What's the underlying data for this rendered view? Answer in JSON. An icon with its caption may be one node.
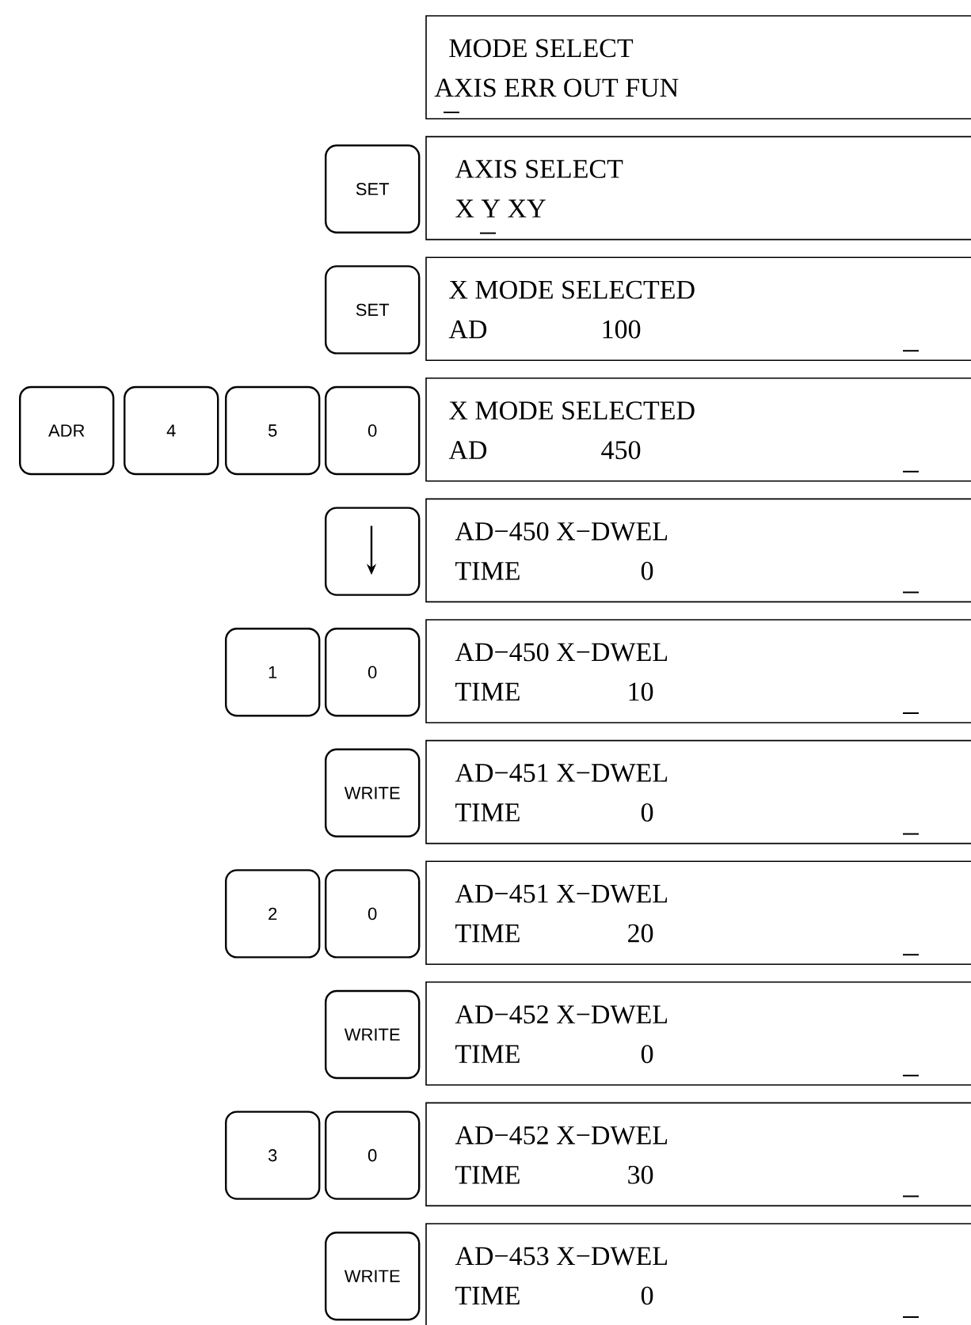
{
  "diagram": {
    "nodes": [
      {
        "text": [
          "MODE SELECT",
          "AXIS ERR OUT FUN"
        ]
      },
      {
        "text": [
          "SET"
        ]
      },
      {
        "text": [
          "AXIS SELECT",
          "X Y XY"
        ]
      },
      {
        "text": [
          "SET"
        ]
      },
      {
        "text": [
          "X MODE SELECTED",
          "AD",
          "100"
        ]
      },
      {
        "text": [
          "ADR"
        ]
      },
      {
        "text": [
          "4"
        ]
      },
      {
        "text": [
          "5"
        ]
      },
      {
        "text": [
          "0"
        ]
      },
      {
        "text": [
          "X MODE SELECTED",
          "AD",
          "450"
        ]
      },
      {
        "text": [],
        "shape": "box"
      },
      {
        "text": [
          "AD−450 X−DWEL",
          "TIME",
          "0"
        ]
      },
      {
        "text": [
          "1"
        ]
      },
      {
        "text": [
          "0"
        ]
      },
      {
        "text": [
          "AD−450 X−DWEL",
          "TIME",
          "10"
        ]
      },
      {
        "text": [
          "WRITE"
        ]
      },
      {
        "text": [
          "AD−451 X−DWEL",
          "TIME",
          "0"
        ]
      },
      {
        "text": [
          "2"
        ]
      },
      {
        "text": [
          "0"
        ]
      },
      {
        "text": [
          "AD−451 X−DWEL",
          "TIME",
          "20"
        ]
      },
      {
        "text": [
          "WRITE"
        ]
      },
      {
        "text": [
          "AD−452 X−DWEL",
          "TIME",
          "0"
        ]
      },
      {
        "text": [
          "3"
        ]
      },
      {
        "text": [
          "0"
        ]
      },
      {
        "text": [
          "AD−452 X−DWEL",
          "TIME",
          "30"
        ]
      },
      {
        "text": [
          "WRITE"
        ]
      },
      {
        "text": [
          "AD−453 X−DWEL",
          "TIME",
          "0"
        ]
      }
    ]
  }
}
